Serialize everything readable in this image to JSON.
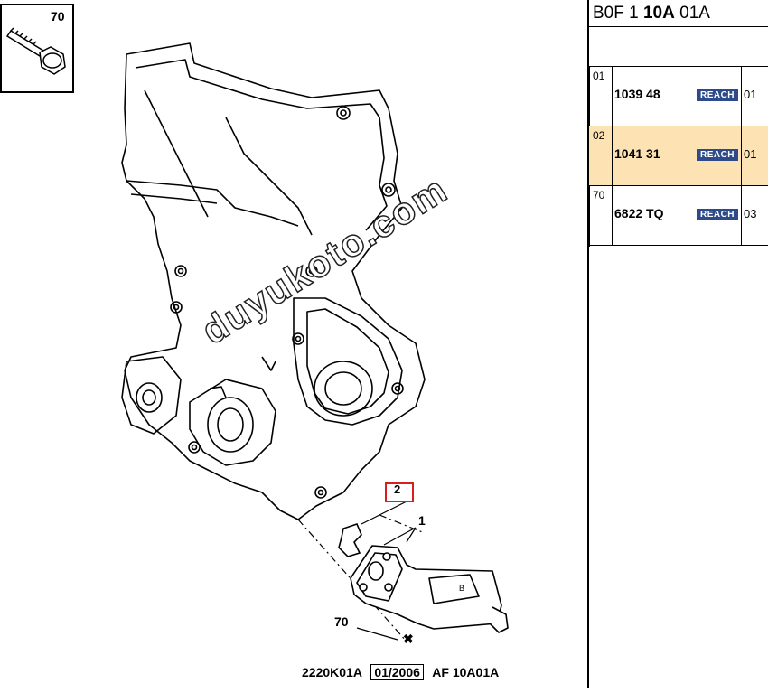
{
  "inset": {
    "label": "70"
  },
  "callouts": {
    "highlighted": "2",
    "one": "1",
    "seventy": "70"
  },
  "footer": {
    "code": "2220K01A",
    "date": "01/2006",
    "ref": "AF 10A01A"
  },
  "watermark": "duyukoto.com",
  "panel": {
    "header_pre": "B0F 1 ",
    "header_bold": "10A",
    "header_post": " 01A",
    "rows": [
      {
        "num": "01",
        "ref": "1039 48",
        "badge": "REACH",
        "qty": "01",
        "trunc": "",
        "highlight": false
      },
      {
        "num": "02",
        "ref": "1041 31",
        "badge": "REACH",
        "qty": "01",
        "trunc": "",
        "highlight": true
      },
      {
        "num": "70",
        "ref": "6822 TQ",
        "badge": "REACH",
        "qty": "03",
        "trunc": "",
        "highlight": false
      }
    ]
  },
  "colors": {
    "highlight_row": "#fde3b3",
    "reach_badge": "#2d4a8a",
    "callout_box": "#d62020"
  }
}
